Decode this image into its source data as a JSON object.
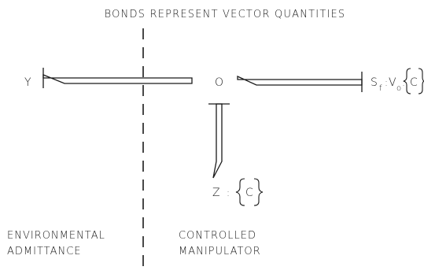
{
  "title": "BONDS REPRESENT VECTOR QUANTITIES",
  "nodes": {
    "y": "Y",
    "junction": "O",
    "source_s": "S",
    "source_s_sub": "f",
    "source_v": "V",
    "source_v_sub": "o",
    "source_colon1": ":",
    "source_colon2": ":",
    "source_c": "C",
    "z": "Z",
    "z_colon": ":",
    "z_c": "C"
  },
  "regions": {
    "left_line1": "ENVIRONMENTAL",
    "left_line2": "ADMITTANCE",
    "right_line1": "CONTROLLED",
    "right_line2": "MANIPULATOR"
  }
}
